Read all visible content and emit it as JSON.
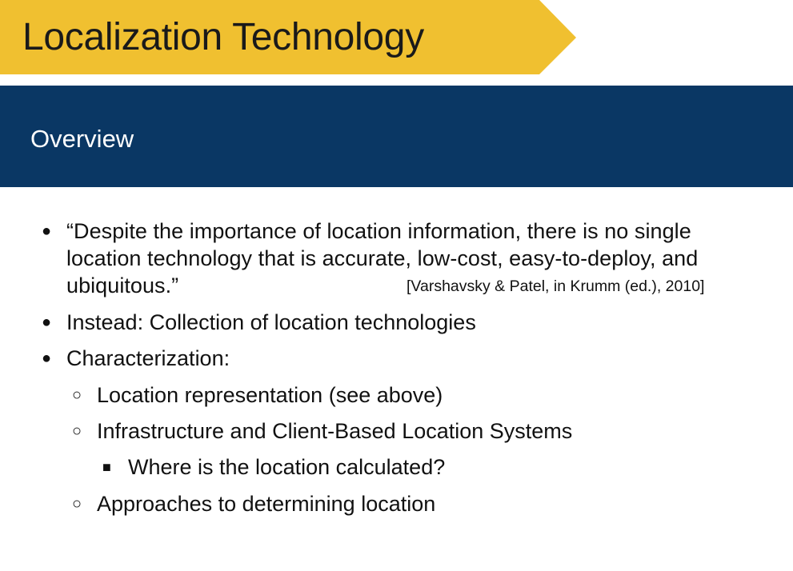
{
  "slide": {
    "title": "Localization Technology",
    "subtitle": "Overview",
    "colors": {
      "title_banner": "#f0c030",
      "subtitle_band": "#0a3764",
      "text": "#111111"
    }
  },
  "bullets": {
    "quote": {
      "marker": "●",
      "lines": [
        "“Despite the importance of location information, there is no single",
        "location technology that is accurate, low-cost, easy-to-deploy, and",
        "ubiquitous.”"
      ],
      "citation": "[Varshavsky & Patel, in Krumm (ed.), 2010]"
    },
    "instead": {
      "marker": "●",
      "text": "Instead: Collection of location technologies"
    },
    "characterization": {
      "marker": "●",
      "text": "Characterization:",
      "sub_items": [
        {
          "marker": "○",
          "text": "Location representation (see above)"
        },
        {
          "marker": "○",
          "text": "Infrastructure and Client-Based Location Systems"
        },
        {
          "marker": "■",
          "text": "Where is the location calculated?"
        },
        {
          "marker": "○",
          "text": "Approaches to determining location"
        }
      ]
    }
  }
}
